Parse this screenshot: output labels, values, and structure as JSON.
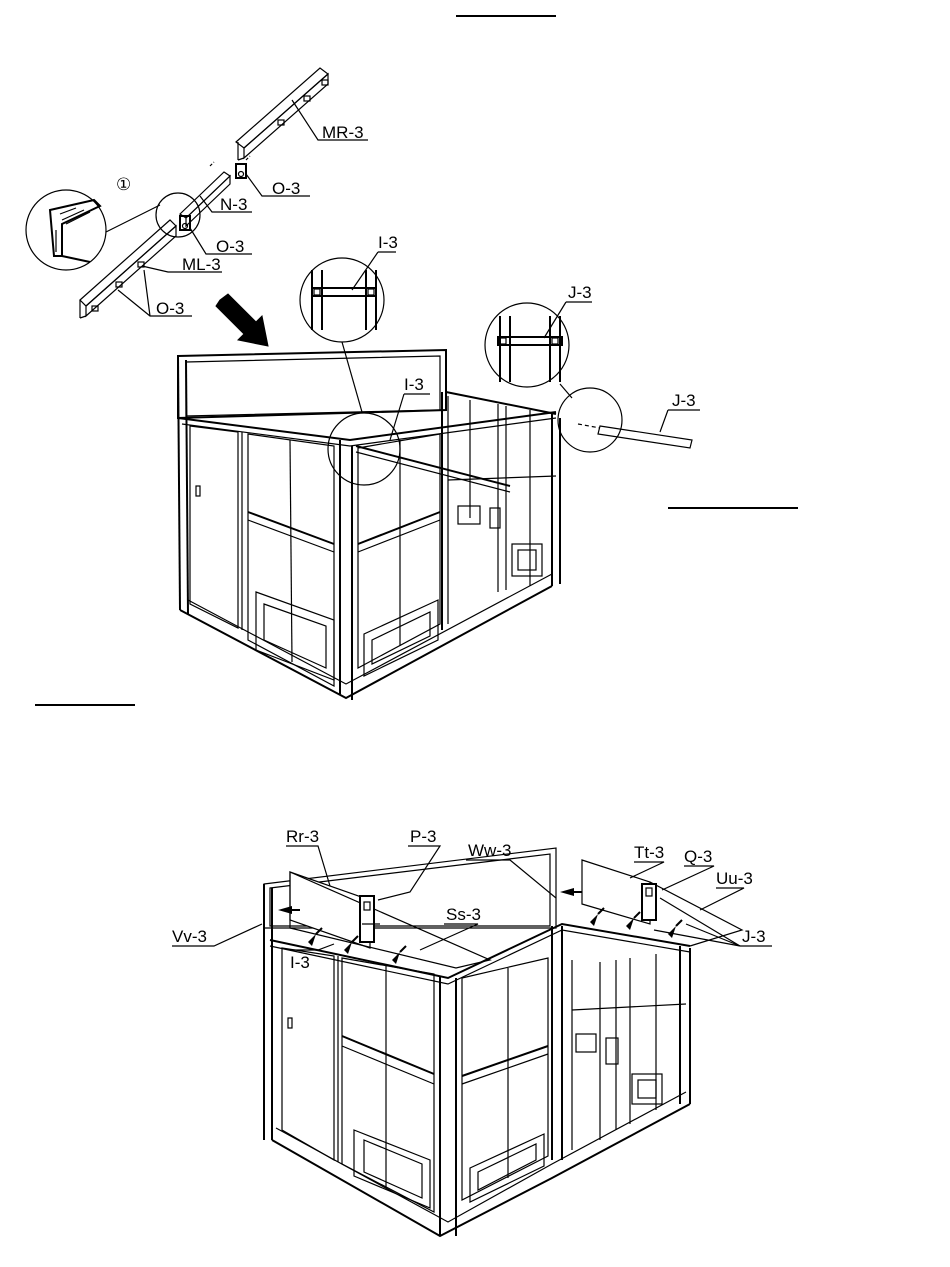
{
  "colors": {
    "ink": "#000000",
    "paper": "#ffffff"
  },
  "callout_number": "①",
  "top_labels": {
    "mr3": "MR-3",
    "o3_upper": "O-3",
    "n3": "N-3",
    "o3_middle": "O-3",
    "ml3": "ML-3",
    "o3_lower": "O-3",
    "i3_upper": "I-3",
    "i3_lower": "I-3",
    "j3_upper": "J-3",
    "j3_right": "J-3"
  },
  "bottom_labels": {
    "rr3": "Rr-3",
    "p3": "P-3",
    "ww3": "Ww-3",
    "tt3": "Tt-3",
    "q3": "Q-3",
    "uu3": "Uu-3",
    "ss3": "Ss-3",
    "vv3": "Vv-3",
    "j3": "J-3",
    "i3": "I-3"
  }
}
